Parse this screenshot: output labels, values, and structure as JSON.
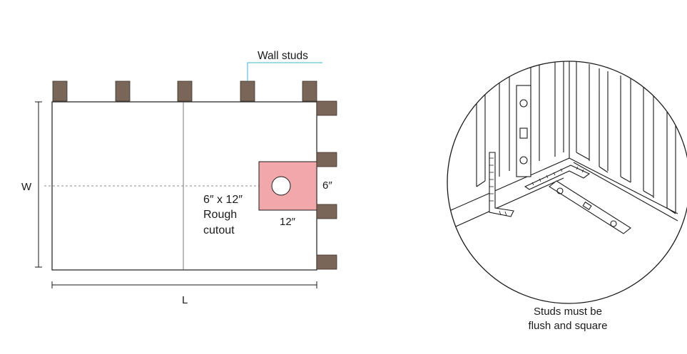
{
  "floor_plan": {
    "stud_label": "Wall studs",
    "width_label": "W",
    "length_label": "L",
    "cutout_label_lines": [
      "6″ x 12″",
      "Rough",
      "cutout"
    ],
    "cutout_width_label": "12″",
    "cutout_height_label": "6″"
  },
  "detail": {
    "caption_lines": [
      "Studs must be",
      "flush and square"
    ]
  },
  "colors": {
    "stud_fill": "#7a6658",
    "cutout_fill": "#f2a8ab",
    "leader_line": "#3fb4d6",
    "line": "#1a1a1a"
  }
}
